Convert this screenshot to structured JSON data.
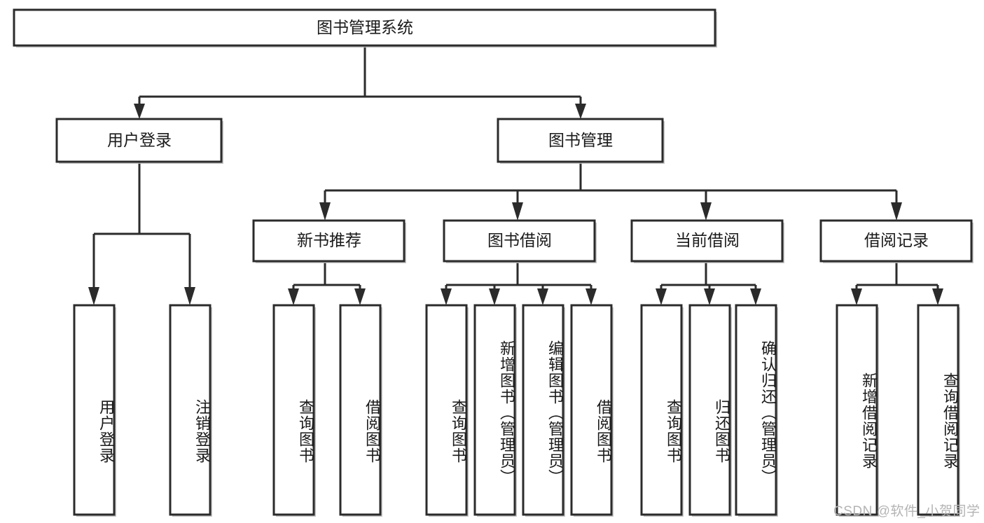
{
  "diagram": {
    "title": "图书管理系统",
    "type": "tree-hierarchy-diagram",
    "colors": {
      "box_stroke": "#2b2b2b",
      "box_fill": "#ffffff",
      "connector": "#2b2b2b",
      "background": "#ffffff",
      "watermark": "#b4b4b4"
    }
  },
  "nodes": {
    "root": {
      "label": "图书管理系统",
      "level": 1,
      "orientation": "horizontal"
    },
    "level2": [
      {
        "id": "user-login",
        "label": "用户登录",
        "orientation": "horizontal"
      },
      {
        "id": "book-management",
        "label": "图书管理",
        "orientation": "horizontal"
      }
    ],
    "level3": [
      {
        "id": "new-book-recommend",
        "label": "新书推荐",
        "orientation": "horizontal"
      },
      {
        "id": "book-borrow",
        "label": "图书借阅",
        "orientation": "horizontal"
      },
      {
        "id": "current-borrow",
        "label": "当前借阅",
        "orientation": "horizontal"
      },
      {
        "id": "borrow-record",
        "label": "借阅记录",
        "orientation": "horizontal"
      }
    ],
    "leaves": [
      {
        "id": "leaf-user-login",
        "label": "用户登录",
        "parent": "user-login",
        "orientation": "vertical"
      },
      {
        "id": "leaf-user-logout",
        "label": "注销登录",
        "parent": "user-login",
        "orientation": "vertical"
      },
      {
        "id": "leaf-query-book-1",
        "label": "查询图书",
        "parent": "new-book-recommend",
        "orientation": "vertical"
      },
      {
        "id": "leaf-borrow-book-1",
        "label": "借阅图书",
        "parent": "new-book-recommend",
        "orientation": "vertical"
      },
      {
        "id": "leaf-query-book-2",
        "label": "查询图书",
        "parent": "book-borrow",
        "orientation": "vertical"
      },
      {
        "id": "leaf-add-book",
        "label": "新增图书（管理员）",
        "parent": "book-borrow",
        "orientation": "vertical"
      },
      {
        "id": "leaf-edit-book",
        "label": "编辑图书（管理员）",
        "parent": "book-borrow",
        "orientation": "vertical"
      },
      {
        "id": "leaf-borrow-book-2",
        "label": "借阅图书",
        "parent": "book-borrow",
        "orientation": "vertical"
      },
      {
        "id": "leaf-query-book-3",
        "label": "查询图书",
        "parent": "current-borrow",
        "orientation": "vertical"
      },
      {
        "id": "leaf-return-book",
        "label": "归还图书",
        "parent": "current-borrow",
        "orientation": "vertical"
      },
      {
        "id": "leaf-confirm-return",
        "label": "确认归还（管理员）",
        "parent": "current-borrow",
        "orientation": "vertical"
      },
      {
        "id": "leaf-add-record",
        "label": "新增借阅记录",
        "parent": "borrow-record",
        "orientation": "vertical"
      },
      {
        "id": "leaf-query-record",
        "label": "查询借阅记录",
        "parent": "borrow-record",
        "orientation": "vertical"
      }
    ]
  },
  "watermark": {
    "text": "CSDN @软件_小贺同学"
  }
}
